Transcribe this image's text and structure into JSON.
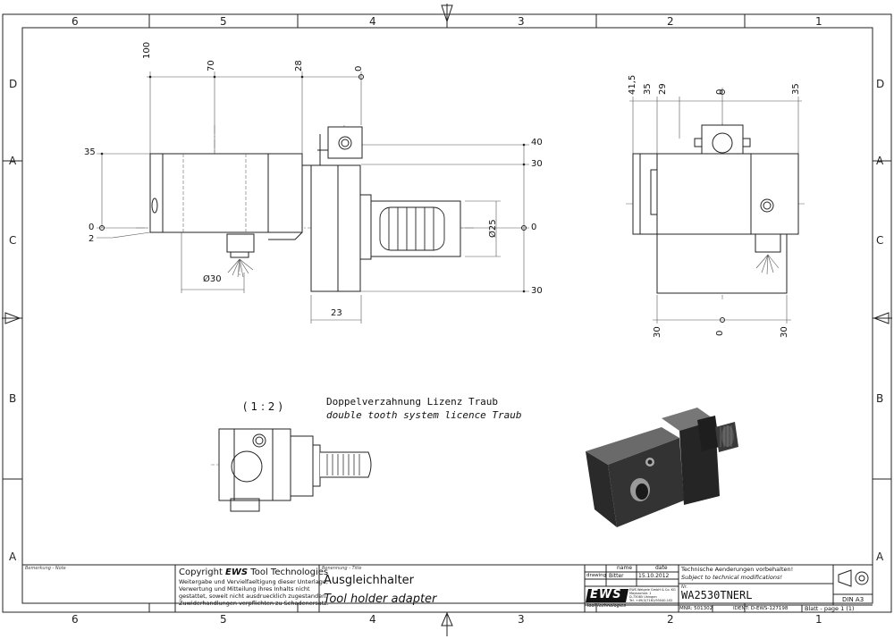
{
  "frame": {
    "cols_top": [
      "6",
      "5",
      "4",
      "3",
      "2",
      "1"
    ],
    "cols_bottom": [
      "6",
      "5",
      "4",
      "3",
      "2",
      "1"
    ],
    "rows_left": [
      "D",
      "A",
      "C",
      "B",
      "A"
    ],
    "rows_right": [
      "D",
      "A",
      "C",
      "B",
      "A"
    ]
  },
  "dimensions": {
    "side_top": [
      "100",
      "70",
      "28",
      "0"
    ],
    "side_left": [
      "35",
      "0",
      "2"
    ],
    "side_right": [
      "40",
      "30",
      "0",
      "30"
    ],
    "side_bottom": [
      "Ø30",
      "23"
    ],
    "shank_dia": "Ø25",
    "front_top": [
      "41,5",
      "35",
      "29",
      "0",
      "35"
    ],
    "front_bottom": [
      "30",
      "0",
      "30"
    ]
  },
  "notes": {
    "scale": "( 1 : 2 )",
    "tooth_de": "Doppelverzahnung Lizenz Traub",
    "tooth_en": "double tooth system licence Traub"
  },
  "title_block": {
    "remark_label": "Bemerkung - Note",
    "copyright_title_pre": "Copyright ",
    "copyright_brand": "EWS",
    "copyright_title_post": " Tool Technologies",
    "copyright_lines": [
      "Weitergabe und Vervielfaeltigung dieser Unterlage,",
      "Verwertung und Mitteilung ihres Inhalts nicht",
      "gestattet, soweit nicht ausdruecklich zugestanden.",
      "Zuwiderhandlungen verpflichten zu Schadenersatz."
    ],
    "title_label": "Benennung - Title",
    "title_de": "Ausgleichhalter",
    "title_en": "Tool holder adapter",
    "col_name": "name",
    "col_date": "date",
    "row_drawing": "drawing",
    "drawer": "Bitter",
    "date": "15.10.2012",
    "logo_text": "EWS",
    "logo_sub": "Tool Technologies",
    "company_lines": [
      "EWS Weigele GmbH & Co. KG",
      "Maybachstr. 1",
      "D-73085 Uhingen",
      "Tel. +49(0)7161/93040-102"
    ],
    "change_de": "Technische Aenderungen vorbehalten!",
    "change_en": "Subject to technical modifications!",
    "nr_label": "Nr.",
    "part_no": "WA2530TNERL",
    "mnr": "MNR: 501302",
    "ident": "IDENT: D-EWS-127198",
    "sheet_info": "Blatt - page 1 (1)",
    "format": "DIN A3"
  }
}
